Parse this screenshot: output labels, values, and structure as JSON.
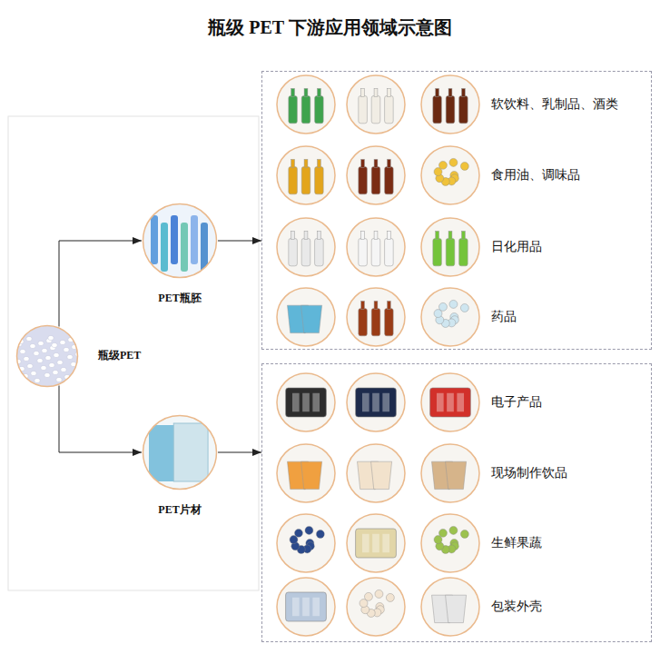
{
  "diagram": {
    "title": "瓶级 PET 下游应用领域示意图",
    "nodes": [
      {
        "text": [
          "瓶级PET"
        ]
      },
      {
        "text": [
          "PET瓶胚"
        ]
      },
      {
        "text": [
          "软饮料、乳制品、酒类",
          "食用油、调味品",
          "日化用品",
          "药品"
        ]
      },
      {
        "text": [
          "PET片材"
        ]
      },
      {
        "text": [
          "电子产品",
          "现场制作饮品",
          "生鲜果蔬",
          "包装外壳"
        ]
      }
    ],
    "edges": [
      {
        "from": 0,
        "to": 1,
        "arrow": "to"
      },
      {
        "from": 0,
        "to": 3,
        "arrow": "to"
      },
      {
        "from": 1,
        "to": 2,
        "arrow": "to"
      },
      {
        "from": 3,
        "to": 4,
        "arrow": "to"
      }
    ]
  }
}
